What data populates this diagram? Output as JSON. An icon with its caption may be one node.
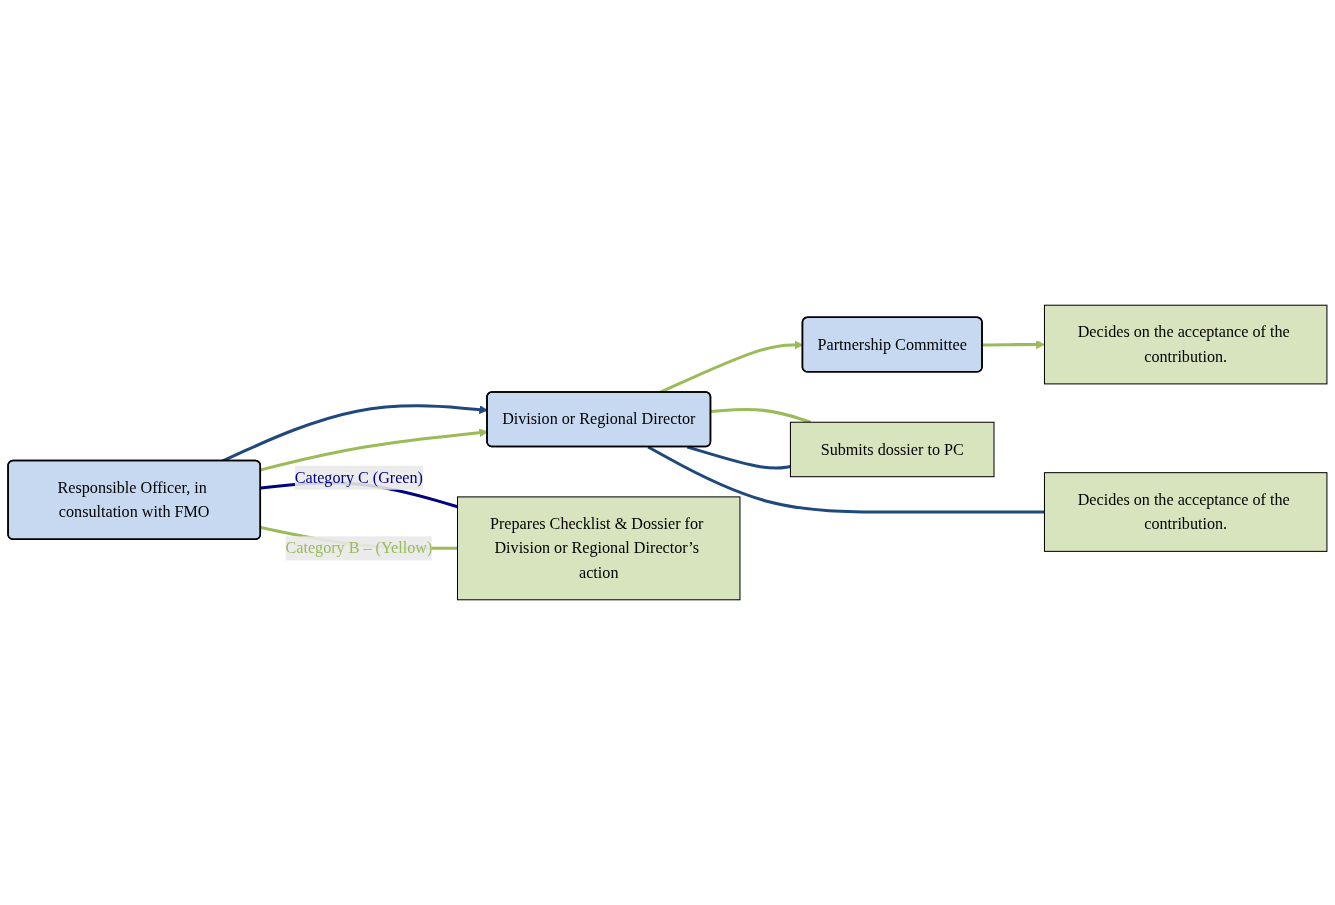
{
  "diagram": {
    "nodes": [
      {
        "text": [
          "Partnership Committee"
        ]
      },
      {
        "text": [
          "Decides on the acceptance of the contribution."
        ]
      },
      {
        "text": [
          "Division or Regional Director"
        ]
      },
      {
        "text": [
          "Submits dossier to PC"
        ]
      },
      {
        "text": [
          "Decides on the acceptance of the contribution."
        ]
      },
      {
        "text": [
          "Responsible Officer, in consultation with FMO"
        ]
      },
      {
        "text": [
          "Prepares Checklist & Dossier for Division or Regional Director’s action"
        ]
      }
    ],
    "edges": [
      {
        "from": 0,
        "to": 1,
        "arrow": "to",
        "color": "#9bbb59"
      },
      {
        "from": 2,
        "to": 0,
        "arrow": "to",
        "color": "#9bbb59"
      },
      {
        "from": 2,
        "to": 3,
        "arrow": "none",
        "color": "#9bbb59"
      },
      {
        "from": 2,
        "to": 4,
        "arrow": "none",
        "color": "#1f497d"
      },
      {
        "from": 3,
        "to": 2,
        "arrow": "none",
        "color": "#1f497d"
      },
      {
        "from": 5,
        "to": 2,
        "arrow": "to",
        "color": "#1f497d"
      },
      {
        "from": 5,
        "to": 2,
        "arrow": "to",
        "color": "#9bbb59"
      },
      {
        "from": 5,
        "to": 6,
        "label": "Category C (Green)",
        "arrow": "none",
        "color": "#000080"
      },
      {
        "from": 5,
        "to": 6,
        "label": "Category B – (Yellow)",
        "arrow": "none",
        "color": "#9bbb59"
      }
    ]
  }
}
